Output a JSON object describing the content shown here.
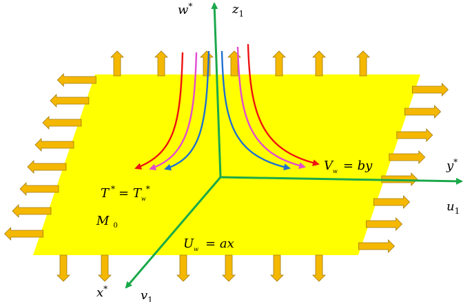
{
  "colors": {
    "sheet": "#ffff00",
    "arrow_fill": "#f5b800",
    "arrow_stroke": "#a07a10",
    "axis": "#1aa84a",
    "curve_red": "#ee1111",
    "curve_pink": "#e14bd0",
    "curve_blue": "#1f6fd0"
  },
  "labels": {
    "w_star": {
      "base": "w",
      "sup": "*"
    },
    "z1": {
      "base": "z",
      "sub": "1"
    },
    "y_star": {
      "base": "y",
      "sup": "*"
    },
    "u1": {
      "base": "u",
      "sub": "1"
    },
    "x_star": {
      "base": "x",
      "sup": "*"
    },
    "v1": {
      "base": "v",
      "sub": "1"
    },
    "vw": {
      "base": "V",
      "sub": "w",
      "rhs": "= by"
    },
    "tw": {
      "left": "T",
      "sup": "*",
      "eq": "= T",
      "sub": "w",
      "sup2": "*"
    },
    "m0": {
      "base": "M",
      "sub": "0"
    },
    "uw": {
      "base": "U",
      "sub": "w",
      "rhs": "= ax"
    }
  }
}
